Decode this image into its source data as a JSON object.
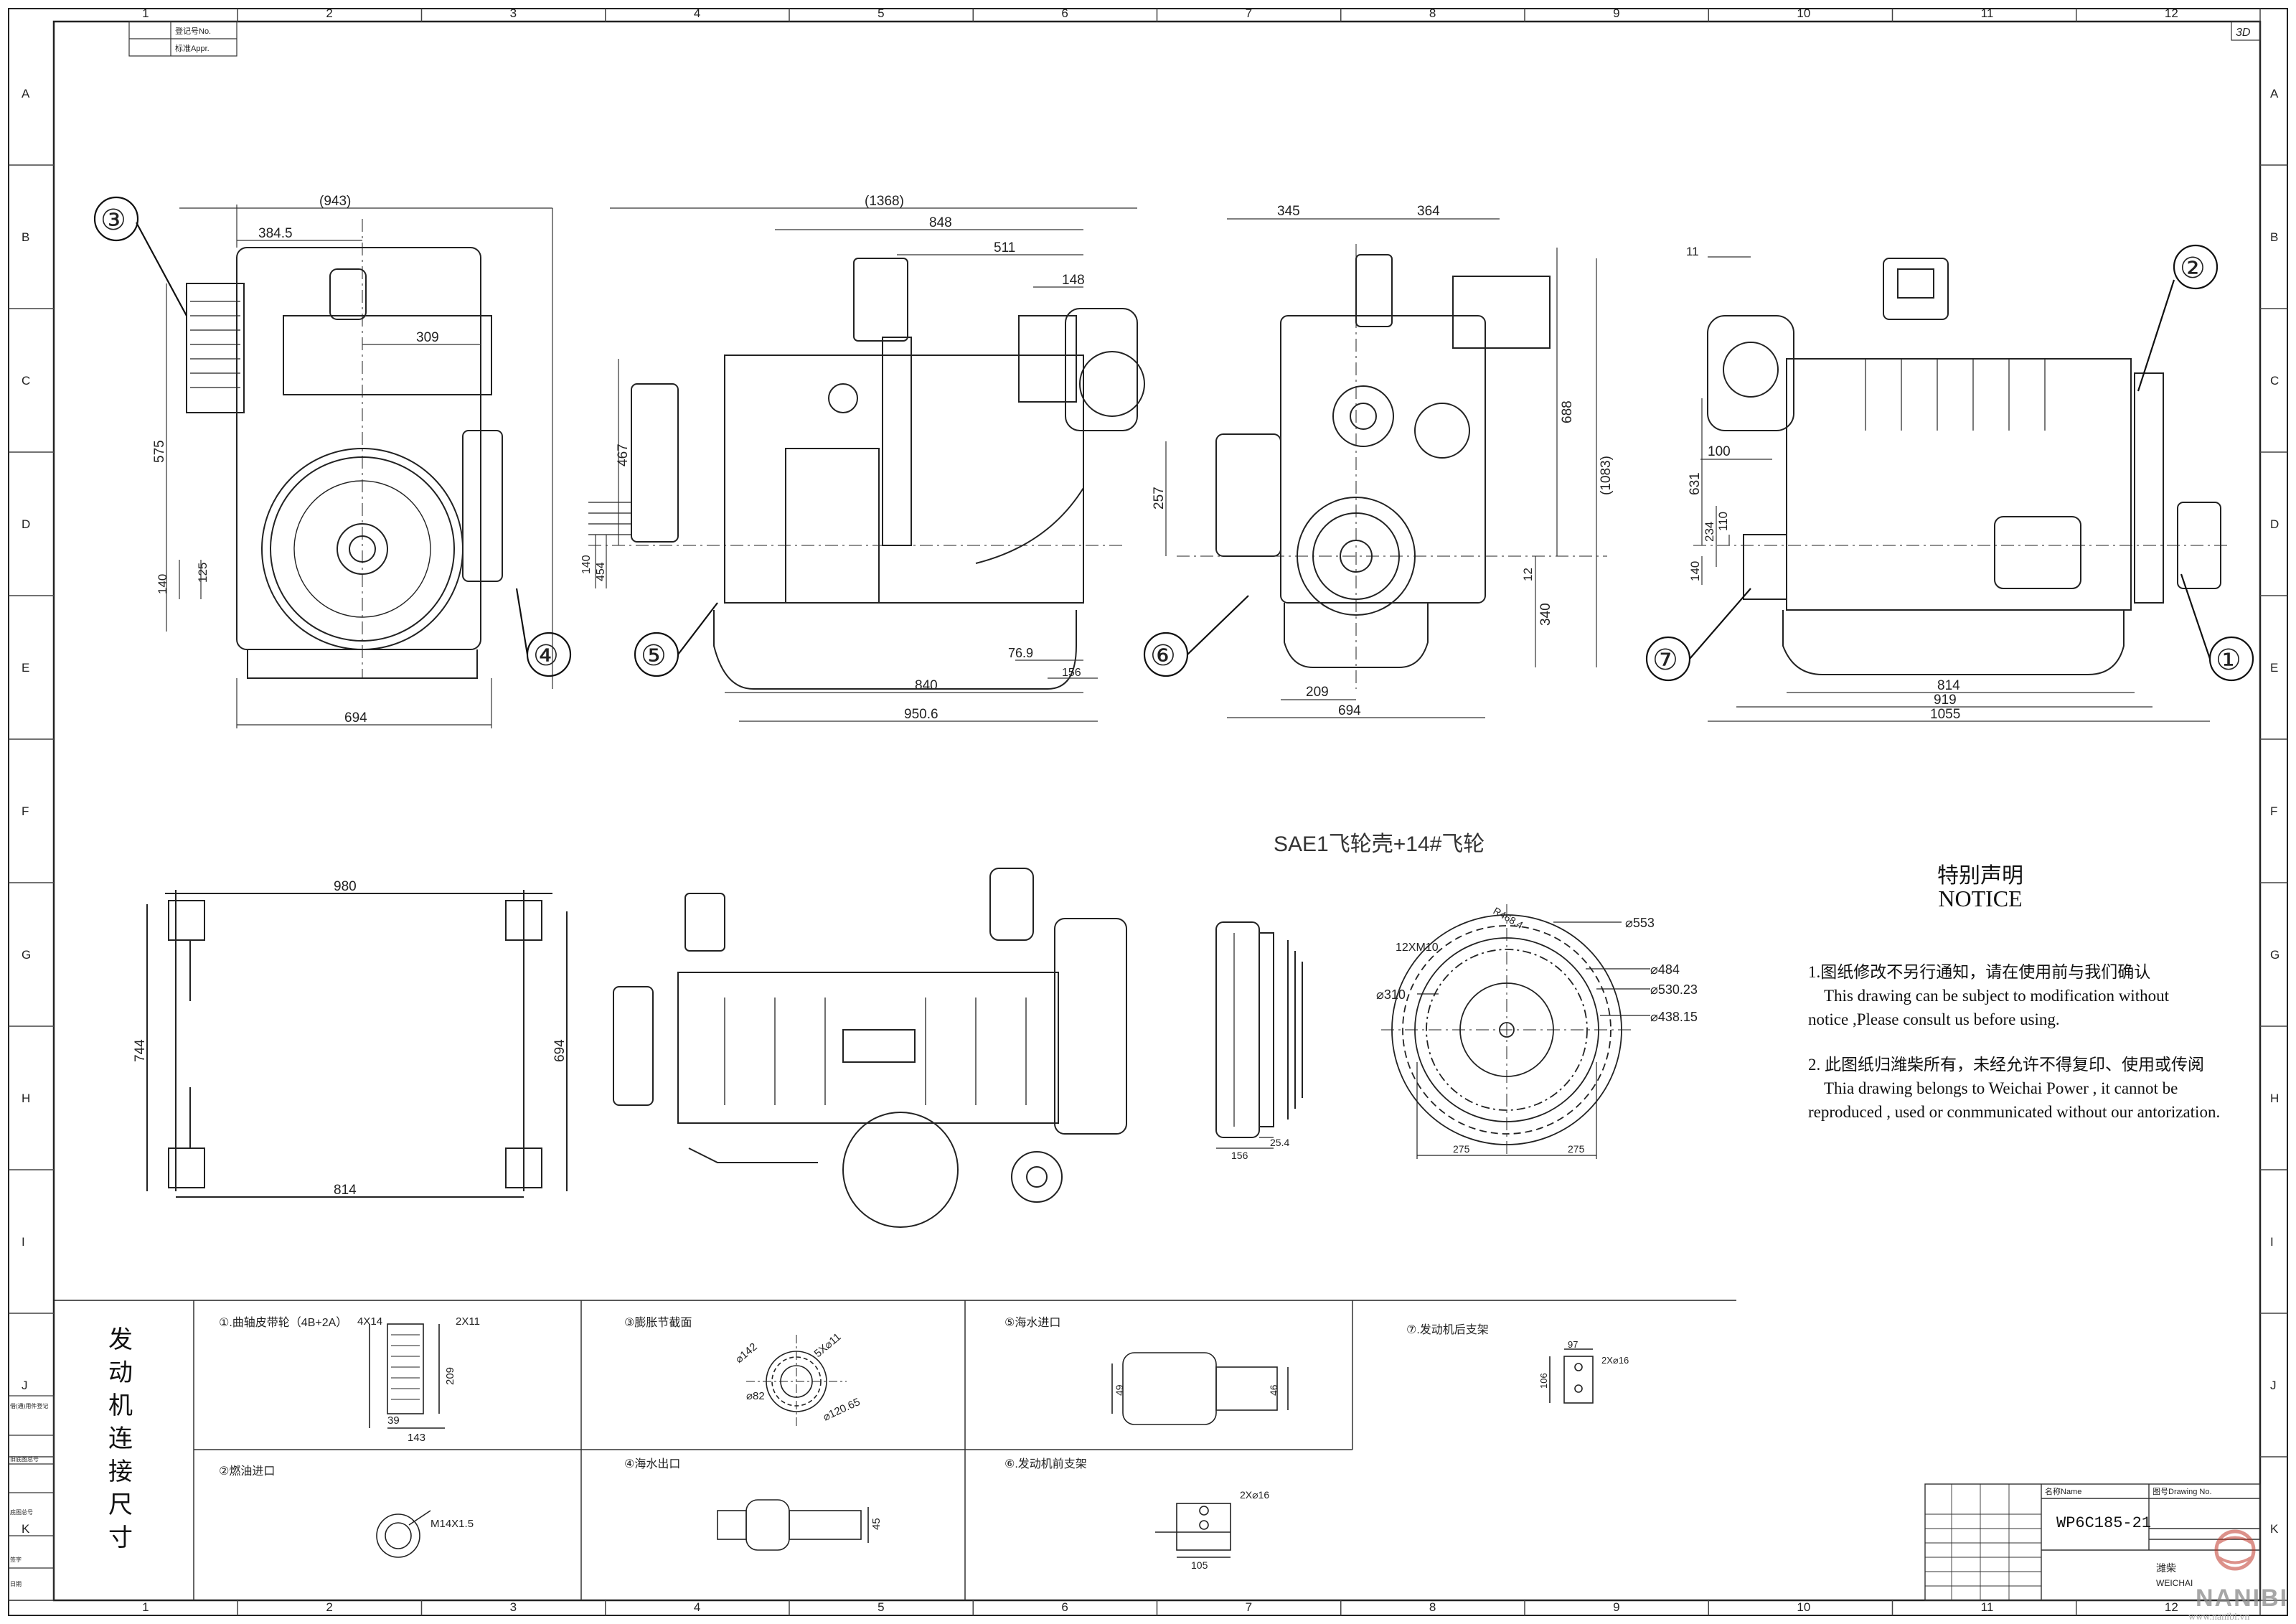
{
  "sheet": {
    "col_labels": [
      "1",
      "2",
      "3",
      "4",
      "5",
      "6",
      "7",
      "8",
      "9",
      "10",
      "11",
      "12"
    ],
    "row_labels": [
      "A",
      "B",
      "C",
      "D",
      "E",
      "F",
      "G",
      "H",
      "I",
      "J",
      "K"
    ],
    "corner_tag": "3D",
    "reg_row1": "登记号No.",
    "reg_row2": "标准Appr."
  },
  "callouts": [
    "③",
    "②",
    "④",
    "⑤",
    "⑥",
    "⑦",
    "①"
  ],
  "dims": {
    "front": {
      "w943": "(943)",
      "d384": "384.5",
      "d309": "309",
      "d575": "575",
      "d125": "125",
      "d140": "140",
      "d694": "694"
    },
    "side": {
      "w1368": "(1368)",
      "d848": "848",
      "d511": "511",
      "d148": "148",
      "d467": "467",
      "d140": "140",
      "d454": "454",
      "d76": "76.9",
      "d156": "156",
      "d840": "840",
      "d950": "950.6"
    },
    "rear": {
      "d345": "345",
      "d364": "364",
      "d688": "688",
      "d1083": "(1083)",
      "d257": "257",
      "d340": "340",
      "d12": "12",
      "d209": "209",
      "d694": "694"
    },
    "right": {
      "d11": "11",
      "d100": "100",
      "d631": "631",
      "d234": "234",
      "d110": "110",
      "d140": "140",
      "d814": "814",
      "d919": "919",
      "d1055": "1055"
    },
    "plan": {
      "d980": "980",
      "d744": "744",
      "d694": "694",
      "d814": "814"
    },
    "flywheel": {
      "d553": "⌀553",
      "d484": "⌀484",
      "d530": "⌀530.23",
      "d438": "⌀438.15",
      "d310": "⌀310",
      "bolt": "12XM10",
      "r": "R468.4",
      "d275a": "275",
      "d275b": "275",
      "d156": "156",
      "d254": "25.4"
    }
  },
  "sae_label": "SAE1飞轮壳+14#飞轮",
  "notice": {
    "title": "特别声明",
    "subtitle": "NOTICE",
    "item1_cn": "1.图纸修改不另行通知，请在使用前与我们确认",
    "item1_en_a": "This drawing can be subject to modification without",
    "item1_en_b": "notice ,Please consult us before using.",
    "item2_cn": "2. 此图纸归潍柴所有，未经允许不得复印、使用或传阅",
    "item2_en_a": "Thia drawing belongs to Weichai Power , it cannot be",
    "item2_en_b": "reproduced , used or conmmunicated without our antorization."
  },
  "conn_title": "发\n动\n机\n连\n接\n尺\n寸",
  "details": {
    "c1": "①.曲轴皮带轮（4B+2A）",
    "c2": "②燃油进口",
    "c3": "③膨胀节截面",
    "c4": "④海水出口",
    "c5": "⑤海水进口",
    "c6": "⑥.发动机前支架",
    "c7": "⑦.发动机后支架",
    "c1_d1": "4X14",
    "c1_d2": "2X11",
    "c1_d3": "209",
    "c1_d4": "39",
    "c1_d5": "143",
    "c2_d1": "M14X1.5",
    "c3_d1": "⌀142",
    "c3_d2": "⌀82",
    "c3_d3": "⌀120.65",
    "c3_d4": "5X⌀11",
    "c4_d1": "45",
    "c5_d1": "49",
    "c5_d2": "46",
    "c6_d1": "2X⌀16",
    "c6_d2": "105",
    "c7_d1": "97",
    "c7_d2": "2X⌀16",
    "c7_d3": "106"
  },
  "left_strip": [
    "借(通)用件登记",
    "旧底图总号",
    "底图总号",
    "签字",
    "日期"
  ],
  "title_block": {
    "name_hdr": "名称Name",
    "dwg_hdr": "图号Drawing No.",
    "dwg_no": "WP6C185-21",
    "company": "潍柴",
    "company_en": "WEICHAI"
  },
  "watermark": {
    "text": "NANIBI",
    "url": "www.nanibi.vn"
  }
}
